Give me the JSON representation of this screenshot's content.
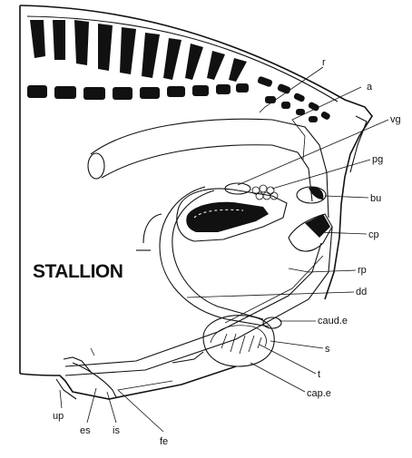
{
  "title": "STALLION",
  "labels": {
    "r": "r",
    "a": "a",
    "vg": "vg",
    "pg": "pg",
    "bu": "bu",
    "cp": "cp",
    "rp": "rp",
    "dd": "dd",
    "caud_e": "caud.e",
    "s": "s",
    "t": "t",
    "cap_e": "cap.e",
    "up": "up",
    "es": "es",
    "is": "is",
    "fe": "fe"
  },
  "colors": {
    "ink": "#111111",
    "paper": "#ffffff"
  }
}
